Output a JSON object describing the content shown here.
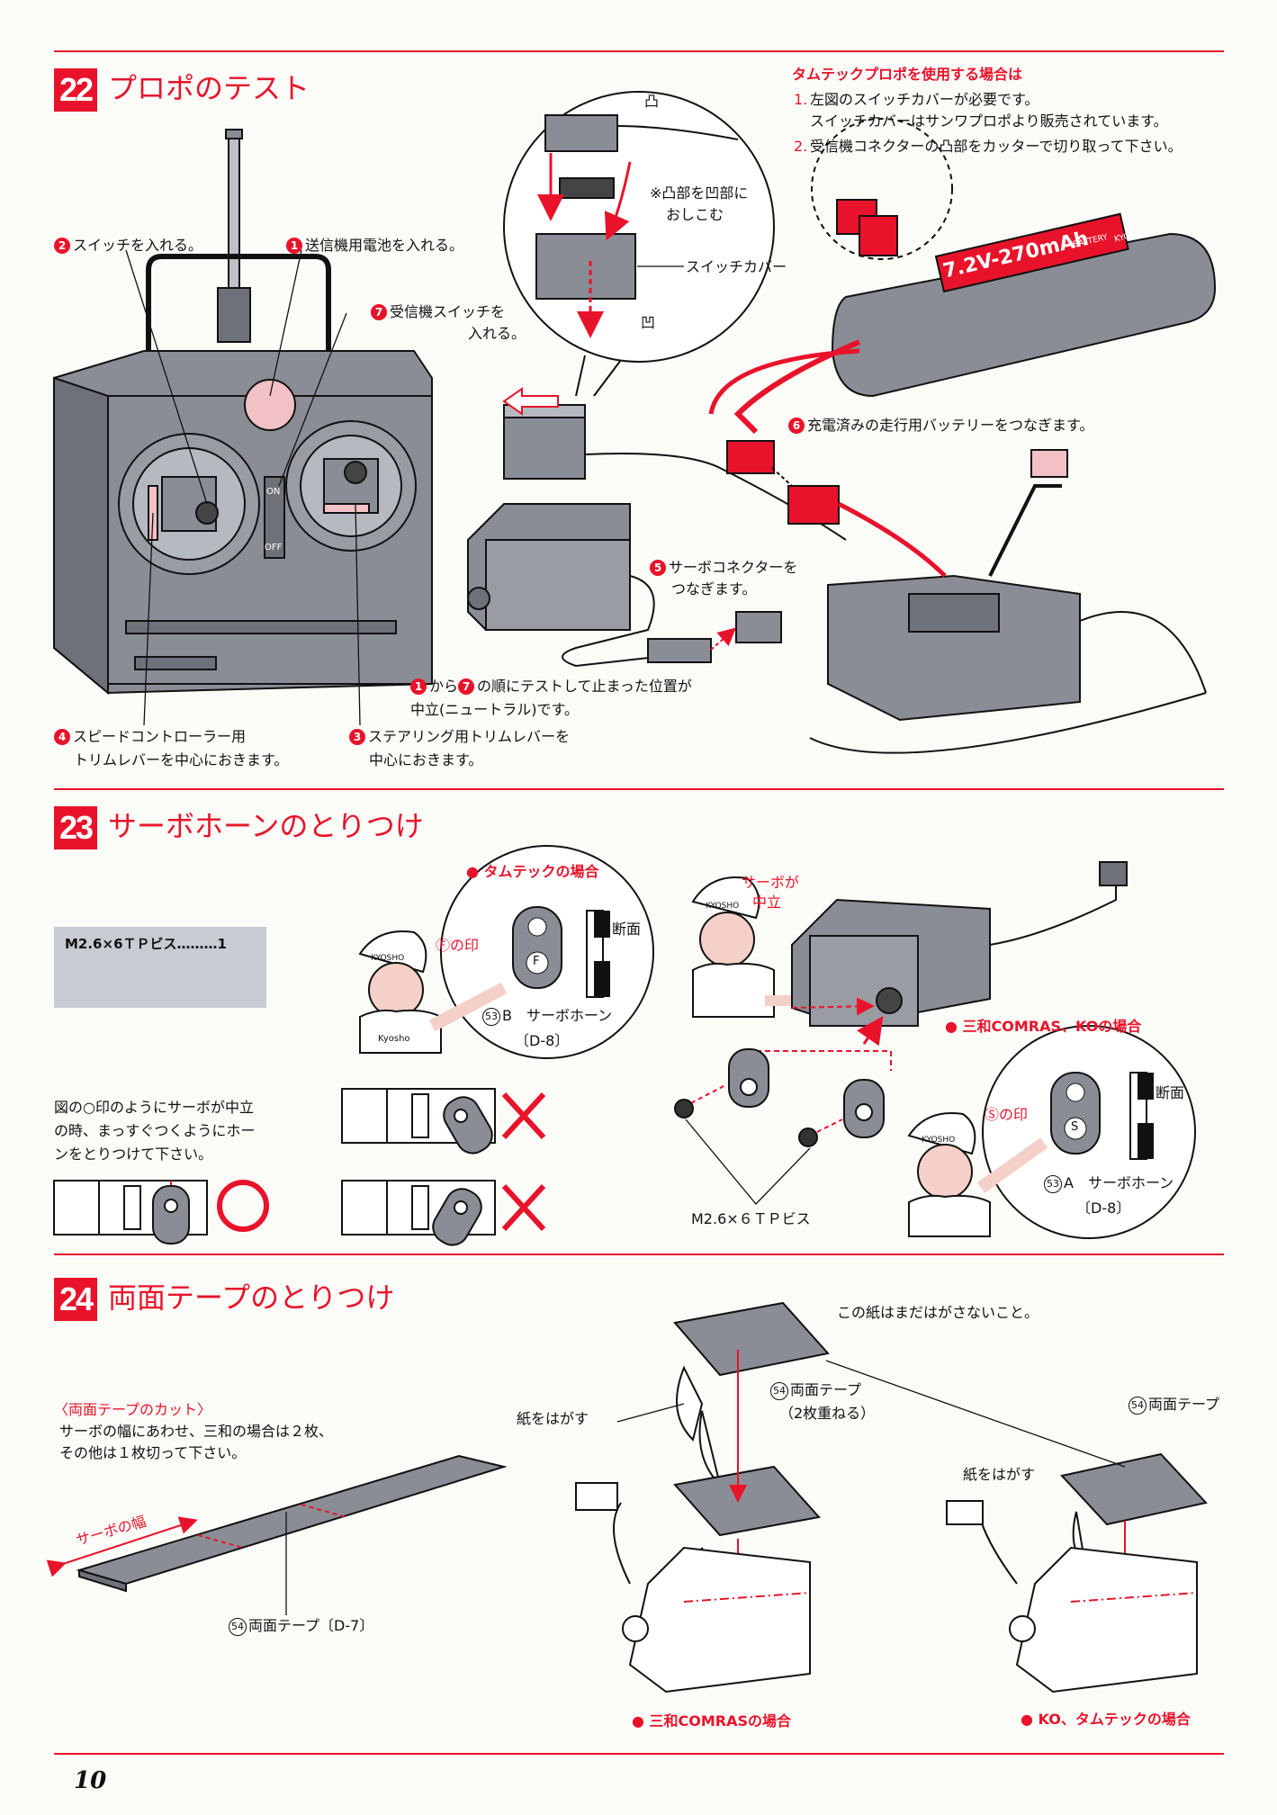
{
  "page_number": "10",
  "colors": {
    "accent": "#e8132a",
    "line_art": "#111111",
    "gray_fill": "#8b8d96",
    "light_gray": "#c9cbd3"
  },
  "s22": {
    "number": "22",
    "title": "プロポのテスト",
    "tamtech_heading": "タムテックプロポを使用する場合は",
    "tamtech_1a": "1.",
    "tamtech_1b": "左図のスイッチカバーが必要です。",
    "tamtech_1c": "スイッチカバーはサンワプロポより販売されています。",
    "tamtech_2a": "2.",
    "tamtech_2b": "受信機コネクターの凸部をカッターで切り取って下さい。",
    "convex_mark": "凸",
    "concave_mark": "凹",
    "note_line1": "※凸部を凹部に",
    "note_line2": "おしこむ",
    "switch_cover": "スイッチカバー",
    "step2": "スイッチを入れる。",
    "step1": "送信機用電池を入れる。",
    "step7a": "受信機スイッチを",
    "step7b": "入れる。",
    "step6": "充電済みの走行用バッテリーをつなぎます。",
    "step5a": "サーボコネクターを",
    "step5b": "つなぎます。",
    "test_a1": "から",
    "test_a2": "の順にテストして止まった位置が",
    "test_b": "中立(ニュートラル)です。",
    "step4a": "スピードコントローラー用",
    "step4b": "トリムレバーを中心におきます。",
    "step3a": "ステアリング用トリムレバーを",
    "step3b": "中心におきます。",
    "battery_label": "7.2V-270mAh",
    "battery_sub": "BATTERY",
    "battery_brand": "KYOSHO",
    "tx_on": "ON",
    "tx_off": "OFF",
    "n1": "1",
    "n2": "2",
    "n3": "3",
    "n4": "4",
    "n5": "5",
    "n6": "6",
    "n7": "7"
  },
  "s23": {
    "number": "23",
    "title": "サーボホーンのとりつけ",
    "part_label": "M2.6×6ＴＰビス………1",
    "tamtech_case": "タムテックの場合",
    "f_mark": "Ⓕの印",
    "section_view": "断面",
    "horn_b_num": "53",
    "horn_b": "B　サーボホーン",
    "horn_b_ref": "〔D-8〕",
    "servo_neutral_1": "サーボが",
    "servo_neutral_2": "中立",
    "sanwa_ko_case": "三和COMRAS、KOの場合",
    "s_mark": "Ⓢの印",
    "section_view2": "断面",
    "horn_a_num": "53",
    "horn_a": "A　サーボホーン",
    "horn_a_ref": "〔D-8〕",
    "instr_1": "図の○印のようにサーボが中立",
    "instr_2": "の時、まっすぐつくようにホー",
    "instr_3": "ンをとりつけて下さい。",
    "screw_label": "M2.6×６ＴＰビス",
    "cap_text": "KYOSHO",
    "shirt_text": "Kyosho",
    "horn_f": "F",
    "horn_s": "S"
  },
  "s24": {
    "number": "24",
    "title": "両面テープのとりつけ",
    "cut_heading": "〈両面テープのカット〉",
    "cut_1": "サーボの幅にあわせ、三和の場合は２枚、",
    "cut_2": "その他は１枚切って下さい。",
    "servo_width": "サーボの幅",
    "tape_ref_num": "54",
    "tape_ref": "両面テープ〔D-7〕",
    "dont_peel": "この紙はまだはがさないこと。",
    "peel_1": "紙をはがす",
    "tape_2_num": "54",
    "tape_2a": "両面テープ",
    "tape_2b": "（2枚重ねる）",
    "tape_3_num": "54",
    "tape_3": "両面テープ",
    "peel_2": "紙をはがす",
    "sanwa_case": "三和COMRASの場合",
    "ko_case": "KO、タムテックの場合"
  }
}
